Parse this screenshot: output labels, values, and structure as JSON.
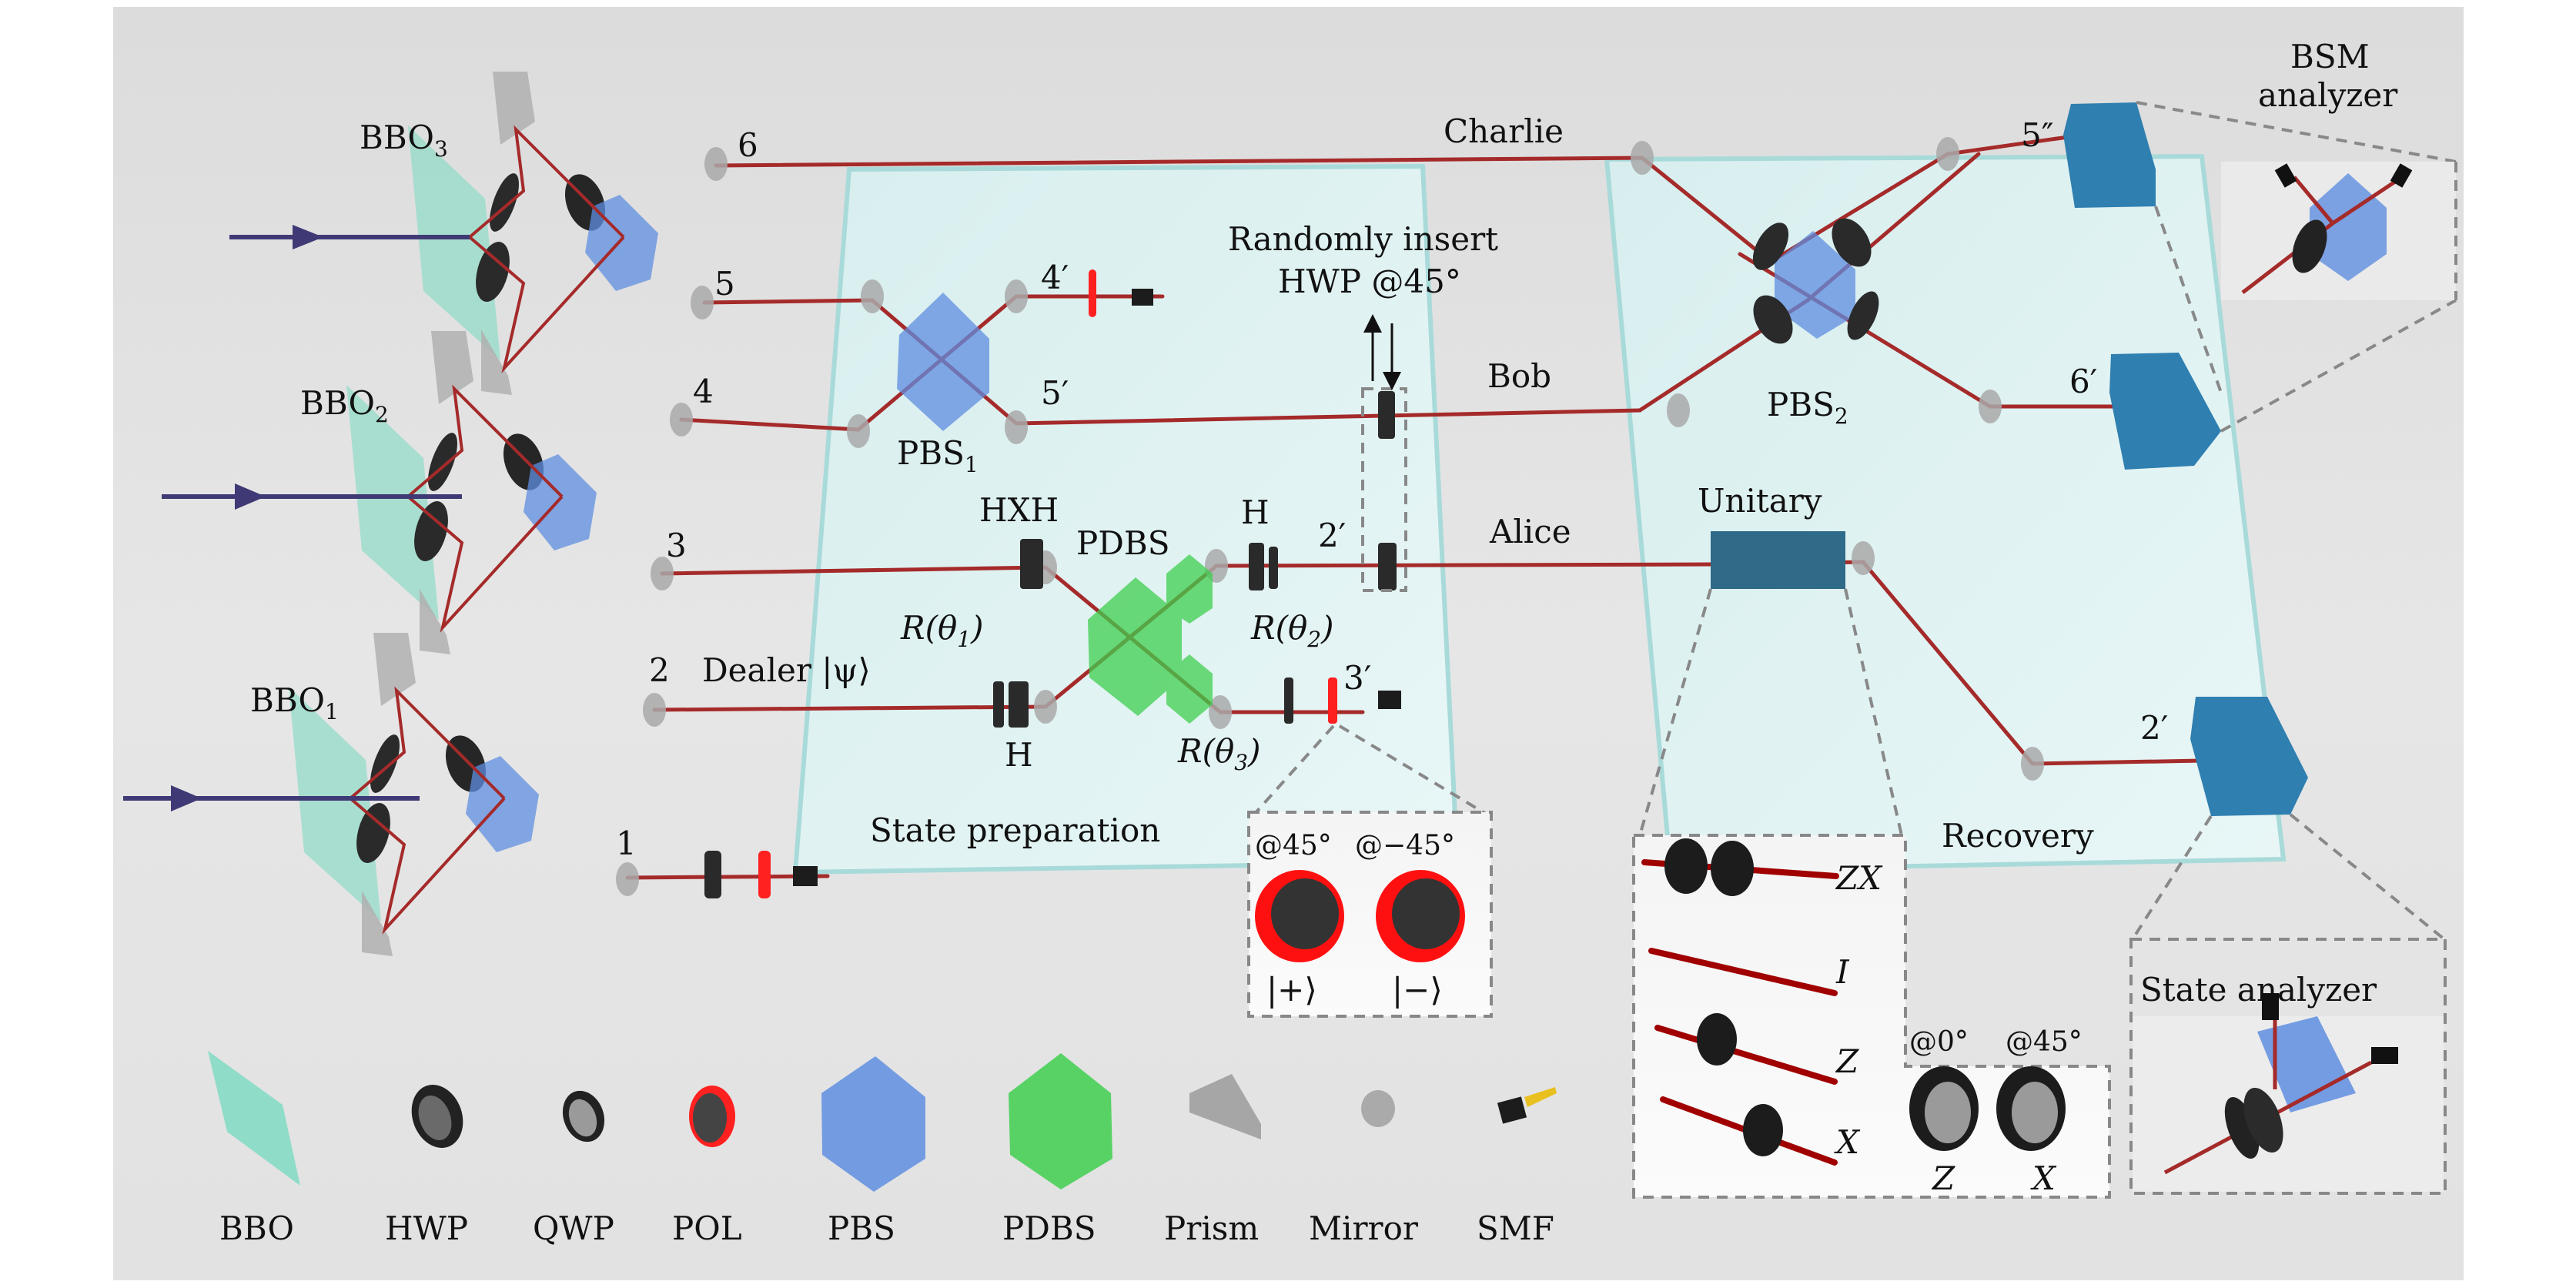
{
  "colors": {
    "background": "#dedede",
    "plate": "#e0f3f3",
    "plate_edge": "#a9dada",
    "beam": "#a52a2a",
    "pump": "#3f3a75",
    "bbo": "#8fdcc8",
    "pbs": "#5f8ee0",
    "pdbs": "#3fcf4f",
    "mirror": "#a8a8a8",
    "polarizer": "#ff2020",
    "waveplate": "#2a2a2a",
    "analyzer_box": "#2f7fb0",
    "unitary_box": "#2f6a88",
    "fiber_tip": "#e8c020"
  },
  "sources": [
    {
      "label": "BBO",
      "sub": "3",
      "ports": [
        "6",
        "5"
      ]
    },
    {
      "label": "BBO",
      "sub": "2",
      "ports": [
        "4",
        "3"
      ]
    },
    {
      "label": "BBO",
      "sub": "1",
      "ports": [
        "2",
        "1"
      ]
    }
  ],
  "parties": {
    "charlie": "Charlie",
    "bob": "Bob",
    "alice": "Alice",
    "dealer": "Dealer |ψ⟩"
  },
  "state_prep": {
    "title": "State preparation",
    "pbs1": {
      "label": "PBS",
      "sub": "1"
    },
    "pdbs": "PDBS",
    "hxh": "HXH",
    "h_top": "H",
    "h_bottom": "H",
    "r1": {
      "label": "R(θ",
      "sub": "1",
      "close": ")"
    },
    "r2": {
      "label": "R(θ",
      "sub": "2",
      "close": ")"
    },
    "r3": {
      "label": "R(θ",
      "sub": "3",
      "close": ")"
    },
    "port_4p": "4′",
    "port_5p": "5′",
    "port_2p": "2′",
    "port_3p": "3′",
    "random_insert": [
      "Randomly insert",
      "HWP @45°"
    ]
  },
  "pol_inset": {
    "left_angle": "@45°",
    "right_angle": "@−45°",
    "left_state": "|+⟩",
    "right_state": "|−⟩"
  },
  "recovery": {
    "title": "Recovery",
    "pbs2": {
      "label": "PBS",
      "sub": "2"
    },
    "unitary": "Unitary",
    "port_5pp": "5″",
    "port_6p": "6′",
    "port_2p": "2′"
  },
  "unitary_inset": {
    "ops": [
      "ZX",
      "I",
      "Z",
      "X"
    ],
    "hwp_angles": [
      "@0°",
      "@45°"
    ],
    "hwp_ops": [
      "Z",
      "X"
    ]
  },
  "bsm_analyzer": [
    "BSM",
    "analyzer"
  ],
  "state_analyzer": "State analyzer",
  "legend": [
    {
      "name": "BBO",
      "icon": "bbo-crystal-icon"
    },
    {
      "name": "HWP",
      "icon": "hwp-icon"
    },
    {
      "name": "QWP",
      "icon": "qwp-icon"
    },
    {
      "name": "POL",
      "icon": "polarizer-icon"
    },
    {
      "name": "PBS",
      "icon": "pbs-cube-icon"
    },
    {
      "name": "PDBS",
      "icon": "pdbs-cube-icon"
    },
    {
      "name": "Prism",
      "icon": "prism-icon"
    },
    {
      "name": "Mirror",
      "icon": "mirror-icon"
    },
    {
      "name": "SMF",
      "icon": "fiber-coupler-icon"
    }
  ]
}
